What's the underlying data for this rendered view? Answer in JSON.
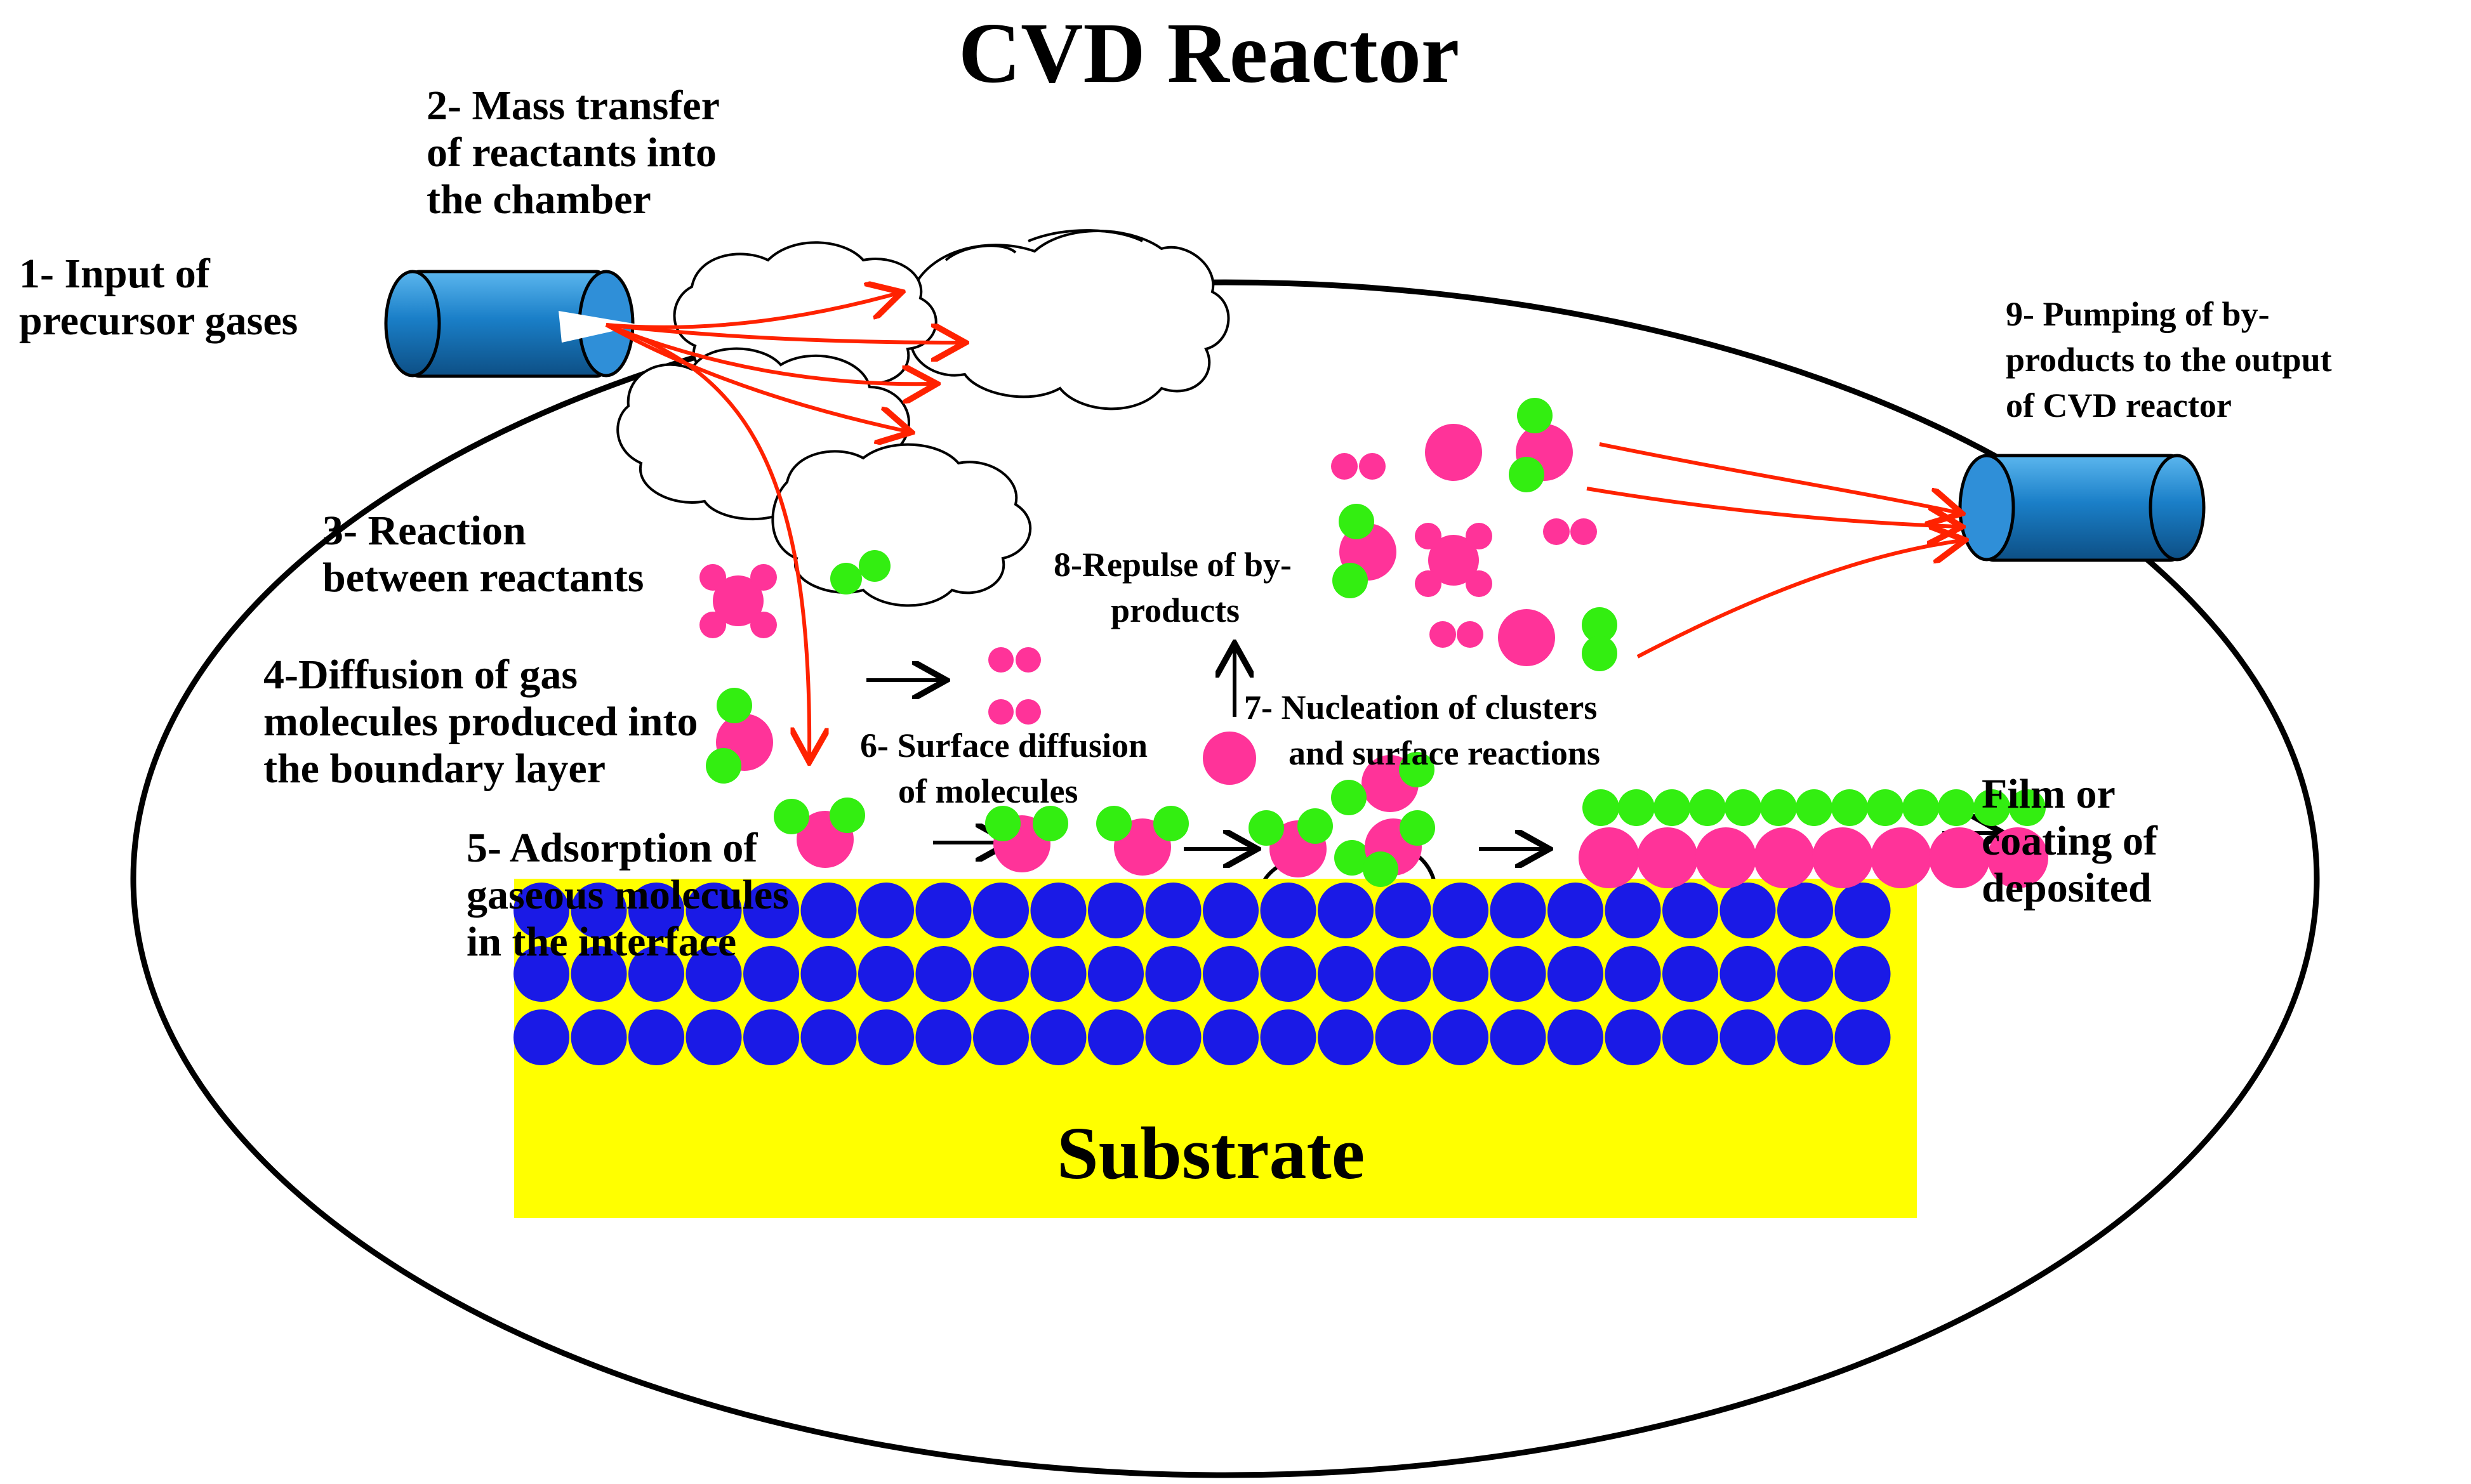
{
  "title": "CVD Reactor",
  "steps": {
    "s1": [
      "1- Input of",
      "precursor gases"
    ],
    "s2": [
      "2- Mass transfer",
      "of reactants into",
      "the chamber"
    ],
    "s3": [
      "3- Reaction",
      "between reactants"
    ],
    "s4": [
      "4-Diffusion of gas",
      "molecules produced into",
      "the boundary layer"
    ],
    "s5": [
      "5- Adsorption of",
      "gaseous molecules",
      "in the interface"
    ],
    "s6": [
      "6- Surface diffusion",
      "of molecules"
    ],
    "s7": [
      "7- Nucleation of clusters",
      "and surface reactions"
    ],
    "s8": [
      "8-Repulse of by-",
      "products"
    ],
    "s9": [
      "9- Pumping of by-",
      "products to the output",
      "of CVD reactor"
    ]
  },
  "film_label": [
    "Film or",
    "coating of",
    "deposited"
  ],
  "substrate_label": "Substrate",
  "colors": {
    "substrate": "#ffff00",
    "atom": "#1a1ae6",
    "precursor_pink": "#ff3399",
    "precursor_green": "#33ee11",
    "tube": "#1a7fc8",
    "flow_arrow": "#ff2200"
  }
}
